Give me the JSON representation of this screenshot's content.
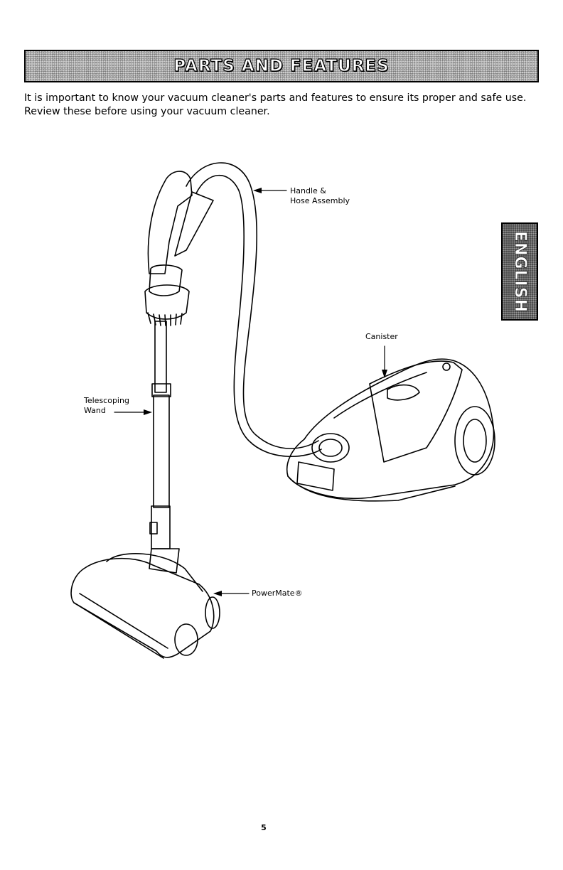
{
  "header": {
    "title": "PARTS AND FEATURES"
  },
  "intro": "It is important to know your vacuum cleaner's parts and features to ensure its proper and safe use. Review these before using your vacuum cleaner.",
  "side_tab": {
    "label": "ENGLISH"
  },
  "callouts": {
    "handle_line1": "Handle &",
    "handle_line2": "Hose Assembly",
    "canister": "Canister",
    "wand_line1": "Telescoping",
    "wand_line2": "Wand",
    "powermate": "PowerMate®"
  },
  "footer": {
    "page_number": "5"
  }
}
